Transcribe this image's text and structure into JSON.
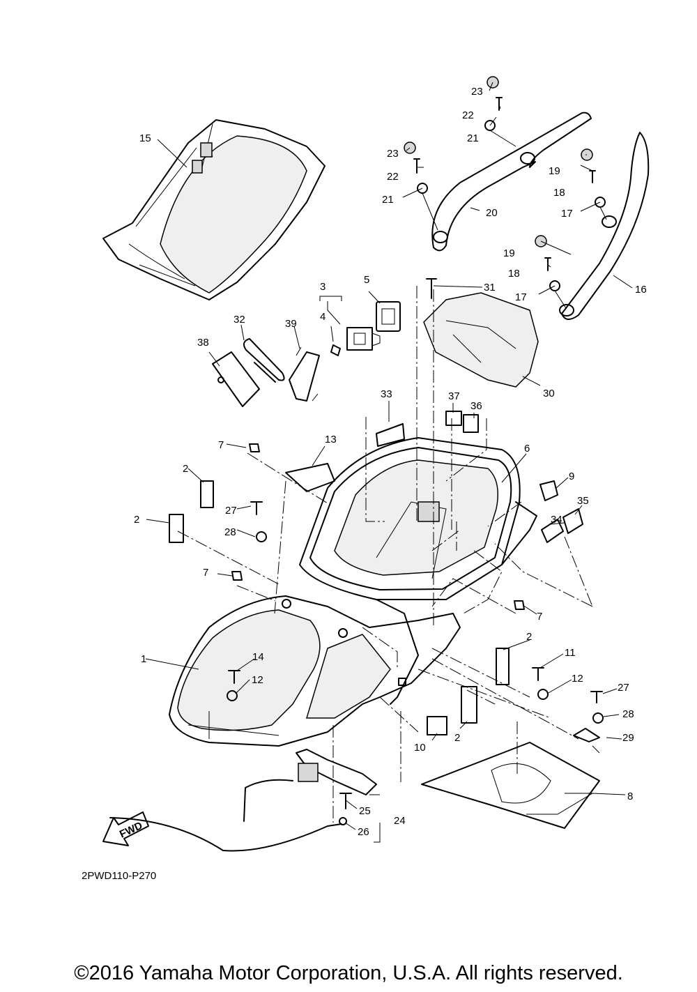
{
  "diagram_code": "2PWD110-P270",
  "fwd_label": "FWD",
  "copyright": "©2016 Yamaha Motor Corporation, U.S.A. All rights reserved.",
  "callouts": [
    {
      "id": "c23a",
      "text": "23"
    },
    {
      "id": "c22a",
      "text": "22"
    },
    {
      "id": "c21a",
      "text": "21"
    },
    {
      "id": "c23b",
      "text": "23"
    },
    {
      "id": "c22b",
      "text": "22"
    },
    {
      "id": "c21b",
      "text": "21"
    },
    {
      "id": "c20",
      "text": "20"
    },
    {
      "id": "c19a",
      "text": "19"
    },
    {
      "id": "c18a",
      "text": "18"
    },
    {
      "id": "c17a",
      "text": "17"
    },
    {
      "id": "c19b",
      "text": "19"
    },
    {
      "id": "c18b",
      "text": "18"
    },
    {
      "id": "c17b",
      "text": "17"
    },
    {
      "id": "c16",
      "text": "16"
    },
    {
      "id": "c15",
      "text": "15"
    },
    {
      "id": "c3",
      "text": "3"
    },
    {
      "id": "c4",
      "text": "4"
    },
    {
      "id": "c5",
      "text": "5"
    },
    {
      "id": "c31",
      "text": "31"
    },
    {
      "id": "c30",
      "text": "30"
    },
    {
      "id": "c32",
      "text": "32"
    },
    {
      "id": "c38",
      "text": "38"
    },
    {
      "id": "c39",
      "text": "39"
    },
    {
      "id": "c33",
      "text": "33"
    },
    {
      "id": "c37",
      "text": "37"
    },
    {
      "id": "c36",
      "text": "36"
    },
    {
      "id": "c6",
      "text": "6"
    },
    {
      "id": "c7a",
      "text": "7"
    },
    {
      "id": "c13",
      "text": "13"
    },
    {
      "id": "c2a",
      "text": "2"
    },
    {
      "id": "c27a",
      "text": "27"
    },
    {
      "id": "c2b",
      "text": "2"
    },
    {
      "id": "c28a",
      "text": "28"
    },
    {
      "id": "c9",
      "text": "9"
    },
    {
      "id": "c35",
      "text": "35"
    },
    {
      "id": "c34",
      "text": "34"
    },
    {
      "id": "c7b",
      "text": "7"
    },
    {
      "id": "c7c",
      "text": "7"
    },
    {
      "id": "c1",
      "text": "1"
    },
    {
      "id": "c14",
      "text": "14"
    },
    {
      "id": "c12a",
      "text": "12"
    },
    {
      "id": "c2c",
      "text": "2"
    },
    {
      "id": "c11",
      "text": "11"
    },
    {
      "id": "c12b",
      "text": "12"
    },
    {
      "id": "c27b",
      "text": "27"
    },
    {
      "id": "c28b",
      "text": "28"
    },
    {
      "id": "c29",
      "text": "29"
    },
    {
      "id": "c10",
      "text": "10"
    },
    {
      "id": "c2d",
      "text": "2"
    },
    {
      "id": "c8",
      "text": "8"
    },
    {
      "id": "c25",
      "text": "25"
    },
    {
      "id": "c24",
      "text": "24"
    },
    {
      "id": "c26",
      "text": "26"
    }
  ]
}
